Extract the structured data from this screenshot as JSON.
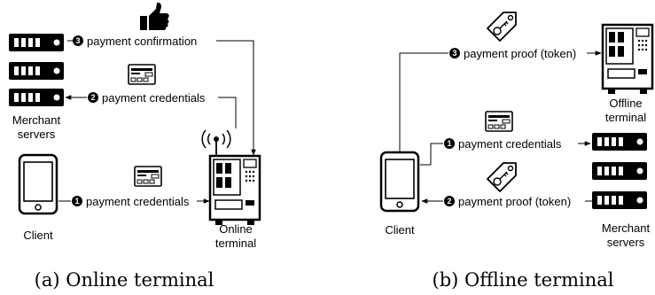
{
  "panel_a": {
    "caption": "(a) Online terminal",
    "merchant_label_1": "Merchant",
    "merchant_label_2": "servers",
    "client_label": "Client",
    "terminal_label_1": "Online",
    "terminal_label_2": "terminal",
    "step_1": {
      "number": "1",
      "text": "payment credentials"
    },
    "step_2": {
      "number": "2",
      "text": "payment credentials"
    },
    "step_3": {
      "number": "3",
      "text": "payment confirmation"
    }
  },
  "panel_b": {
    "caption": "(b) Offline terminal",
    "merchant_label_1": "Merchant",
    "merchant_label_2": "servers",
    "client_label": "Client",
    "terminal_label_1": "Offline",
    "terminal_label_2": "terminal",
    "step_1": {
      "number": "1",
      "text": "payment credentials"
    },
    "step_2": {
      "number": "2",
      "text": "payment proof (token)"
    },
    "step_3": {
      "number": "3",
      "text": "payment proof (token)"
    }
  },
  "icons": [
    "server-icon",
    "smartphone-icon",
    "payment-terminal-icon",
    "credit-card-icon",
    "token-tag-icon",
    "thumbs-up-icon",
    "wireless-signal-icon"
  ],
  "colors": {
    "ink": "#000000",
    "background": "#ffffff"
  }
}
